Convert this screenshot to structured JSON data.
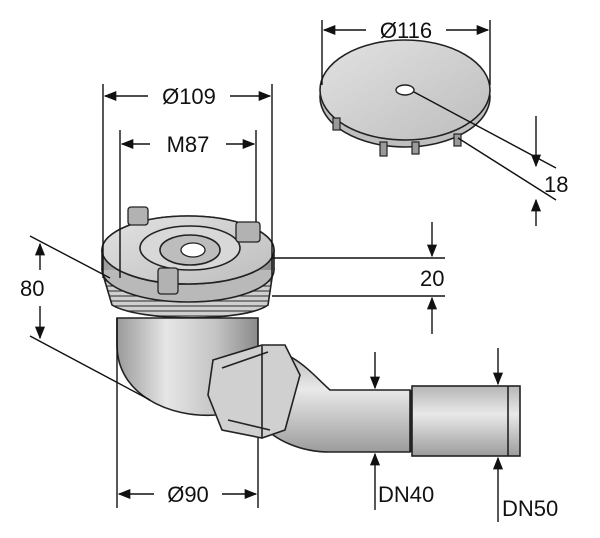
{
  "dimensions": {
    "cover_diameter": "Ø116",
    "flange_diameter": "Ø109",
    "thread": "M87",
    "cover_height": "18",
    "flange_height": "20",
    "total_height": "80",
    "body_diameter": "Ø90",
    "outlet_small": "DN40",
    "outlet_large": "DN50"
  }
}
